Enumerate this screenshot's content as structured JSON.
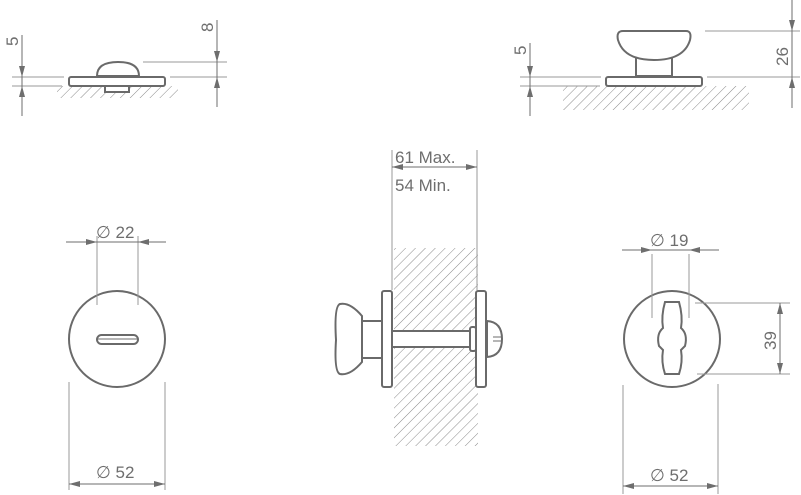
{
  "drawing": {
    "top_left": {
      "dim_plate": "5",
      "dim_height": "8"
    },
    "top_right": {
      "dim_plate": "5",
      "dim_height": "26"
    },
    "bottom_left": {
      "dim_slot": "∅ 22",
      "dim_rose": "∅ 52"
    },
    "center": {
      "dim_max": "61 Max.",
      "dim_min": "54 Min."
    },
    "bottom_right": {
      "dim_knob": "∅ 19",
      "dim_rose": "∅ 52",
      "dim_knob_length": "39"
    }
  }
}
